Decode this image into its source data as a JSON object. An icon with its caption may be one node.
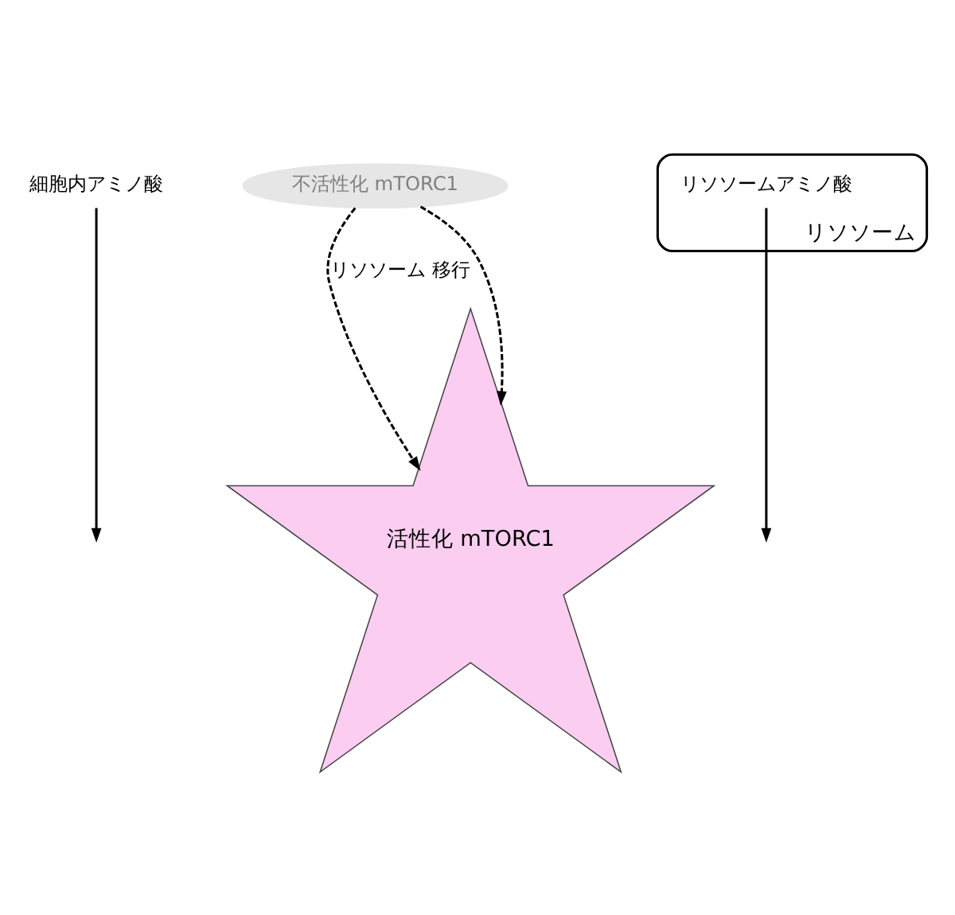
{
  "diagram": {
    "nodes": [
      {
        "text": [
          "細胞内アミノ酸"
        ]
      },
      {
        "text": [
          "不活性化 mTORC1"
        ]
      },
      {
        "text": [
          "活性化 mTORC1"
        ]
      },
      {
        "text": [
          "リソソーム"
        ]
      },
      {
        "text": [
          "リソソームアミノ酸"
        ],
        "in": 3
      }
    ],
    "edges": [
      {
        "from": 0,
        "to": null,
        "arrow": "to"
      },
      {
        "from": 1,
        "to": 2,
        "arrow": "to",
        "style": "dashed",
        "label": "リソソーム 移行"
      },
      {
        "from": 1,
        "to": 2,
        "arrow": "to",
        "style": "dashed"
      },
      {
        "from": 4,
        "to": null,
        "arrow": "to"
      }
    ]
  }
}
